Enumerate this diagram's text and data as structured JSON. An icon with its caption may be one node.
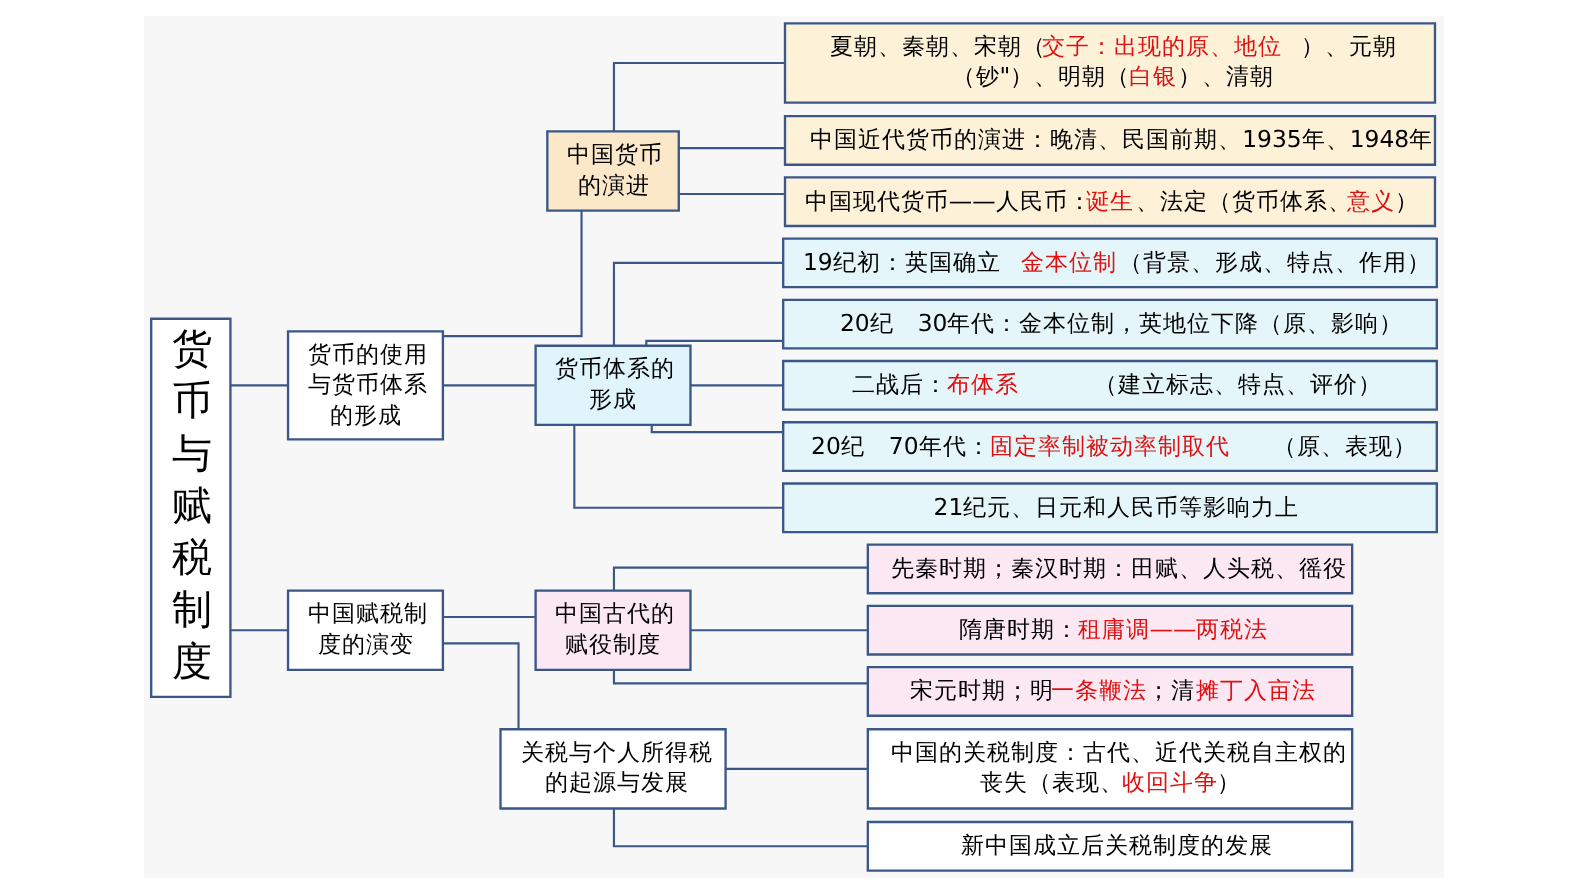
{
  "diagram": {
    "nodes": [
      {
        "text": [
          "货币与赋税制度"
        ]
      },
      {
        "text": [
          "货币的使用与货币体系的形成"
        ]
      },
      {
        "text": [
          "中国货币的演进"
        ]
      },
      {
        "text": [
          "夏朝、秦朝、宋朝（**交子：出现的原、地位**　）、元朝（钞\"）、明朝（**白银**）、清朝"
        ]
      },
      {
        "text": [
          "中国近代货币的演进：晚清、民国前期、1935年、1948年"
        ]
      },
      {
        "text": [
          "中国现代货币——人民币：**诞生**、法定（货币体系、**意义**）"
        ]
      },
      {
        "text": [
          "货币体系的形成"
        ]
      },
      {
        "text": [
          "19纪初：英国确立　**金本位制**（背景、形成、特点、作用）"
        ]
      },
      {
        "text": [
          "20纪　30年代：金本位制，英地位下降（原、影响）"
        ]
      },
      {
        "text": [
          "二战后：**布体系**　　　（建立标志、特点、评价）"
        ]
      },
      {
        "text": [
          "20纪　70年代：**固定率制被动率制取代**　　（原、表现）"
        ]
      },
      {
        "text": [
          "21纪元、日元和人民币等影响力上"
        ]
      },
      {
        "text": [
          "中国赋税制度的演变"
        ]
      },
      {
        "text": [
          "中国古代的赋役制度"
        ]
      },
      {
        "text": [
          "先秦时期；秦汉时期：田赋、人头税、徭役"
        ]
      },
      {
        "text": [
          "隋唐时期：**租庸调——两税法**"
        ]
      },
      {
        "text": [
          "宋元时期；明**一条鞭法**；清**摊丁入亩法**"
        ]
      },
      {
        "text": [
          "关税与个人所得税的起源与发展"
        ]
      },
      {
        "text": [
          "中国的关税制度：古代、近代关税自主权的丧失（表现、**收回斗争**）"
        ]
      },
      {
        "text": [
          "新中国成立后关税制度的发展"
        ]
      }
    ],
    "edges": [
      {
        "from": 0,
        "to": 1,
        "arrow": "none"
      },
      {
        "from": 0,
        "to": 12,
        "arrow": "none"
      },
      {
        "from": 1,
        "to": 2,
        "arrow": "none"
      },
      {
        "from": 1,
        "to": 6,
        "arrow": "none"
      },
      {
        "from": 2,
        "to": 3,
        "arrow": "none"
      },
      {
        "from": 2,
        "to": 4,
        "arrow": "none"
      },
      {
        "from": 2,
        "to": 5,
        "arrow": "none"
      },
      {
        "from": 6,
        "to": 7,
        "arrow": "none"
      },
      {
        "from": 6,
        "to": 8,
        "arrow": "none"
      },
      {
        "from": 6,
        "to": 9,
        "arrow": "none"
      },
      {
        "from": 6,
        "to": 10,
        "arrow": "none"
      },
      {
        "from": 6,
        "to": 11,
        "arrow": "none"
      },
      {
        "from": 12,
        "to": 13,
        "arrow": "none"
      },
      {
        "from": 12,
        "to": 17,
        "arrow": "none"
      },
      {
        "from": 13,
        "to": 14,
        "arrow": "none"
      },
      {
        "from": 13,
        "to": 15,
        "arrow": "none"
      },
      {
        "from": 13,
        "to": 16,
        "arrow": "none"
      },
      {
        "from": 17,
        "to": 18,
        "arrow": "none"
      },
      {
        "from": 17,
        "to": 19,
        "arrow": "none"
      }
    ]
  }
}
